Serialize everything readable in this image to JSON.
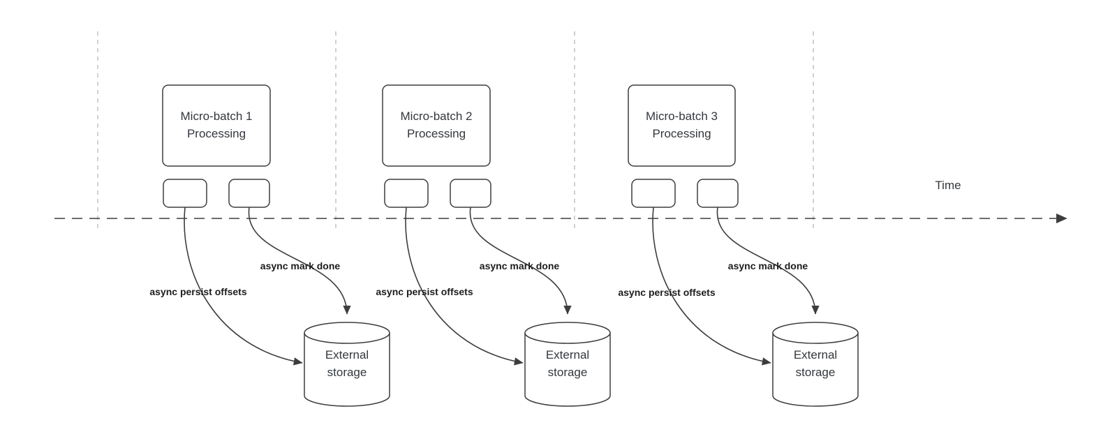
{
  "diagram": {
    "time_axis_label": "Time",
    "batches": [
      {
        "title_line1": "Micro-batch 1",
        "title_line2": "Processing",
        "persist_label": "async persist offsets",
        "done_label": "async mark done",
        "storage_line1": "External",
        "storage_line2": "storage"
      },
      {
        "title_line1": "Micro-batch 2",
        "title_line2": "Processing",
        "persist_label": "async persist offsets",
        "done_label": "async mark done",
        "storage_line1": "External",
        "storage_line2": "storage"
      },
      {
        "title_line1": "Micro-batch 3",
        "title_line2": "Processing",
        "persist_label": "async persist offsets",
        "done_label": "async mark done",
        "storage_line1": "External",
        "storage_line2": "storage"
      }
    ],
    "colors": {
      "shape_stroke": "#3d3d3d",
      "gridline": "#b8b8b8",
      "text": "#33373d"
    }
  }
}
